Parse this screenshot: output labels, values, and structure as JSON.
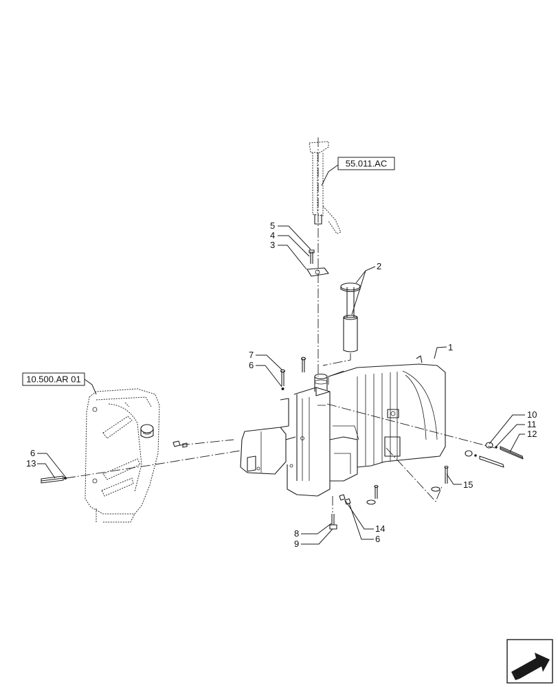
{
  "reference_labels": {
    "upper_reference": "55.011.AC",
    "left_reference": "10.500.AR 01"
  },
  "callouts": {
    "n1": "1",
    "n2": "2",
    "n3": "3",
    "n4": "4",
    "n5": "5",
    "n6a": "6",
    "n6b": "6",
    "n6c": "6",
    "n7": "7",
    "n8": "8",
    "n9": "9",
    "n10": "10",
    "n11": "11",
    "n12": "12",
    "n13": "13",
    "n14": "14",
    "n15": "15"
  },
  "icons": {
    "corner_nav": "page-arrow-icon"
  }
}
